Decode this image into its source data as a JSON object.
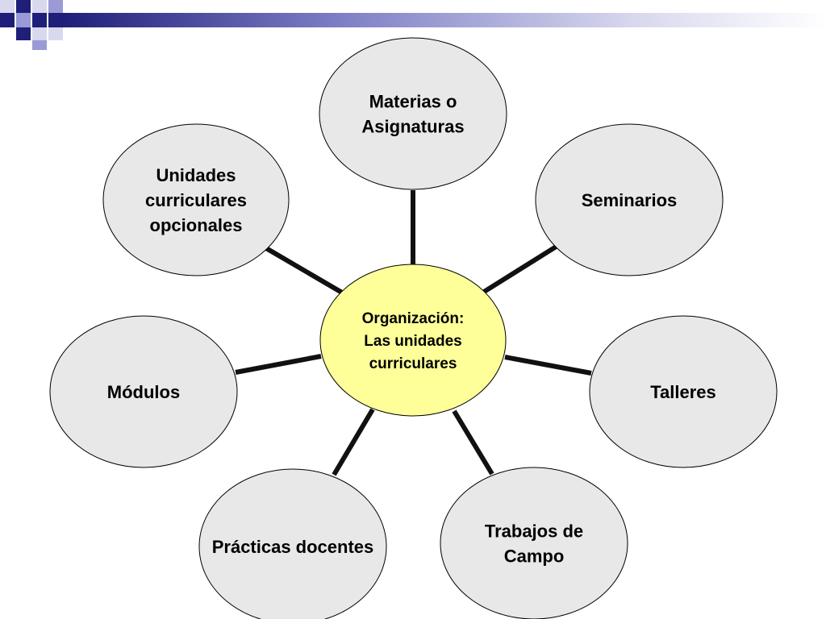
{
  "diagram": {
    "center": {
      "lines": [
        "Organización:",
        "Las unidades",
        "curriculares"
      ]
    },
    "nodes": [
      {
        "id": "materias",
        "lines": [
          "Materias o",
          "Asignaturas"
        ]
      },
      {
        "id": "seminarios",
        "lines": [
          "Seminarios"
        ]
      },
      {
        "id": "talleres",
        "lines": [
          "Talleres"
        ]
      },
      {
        "id": "trabajos",
        "lines": [
          "Trabajos de",
          "Campo"
        ]
      },
      {
        "id": "practicas",
        "lines": [
          "Prácticas docentes"
        ]
      },
      {
        "id": "modulos",
        "lines": [
          "Módulos"
        ]
      },
      {
        "id": "unidades",
        "lines": [
          "Unidades",
          "curriculares",
          "opcionales"
        ]
      }
    ]
  },
  "colors": {
    "center_fill": "#ffff99",
    "node_fill": "#e8e8e8",
    "stroke": "#000000",
    "connector": "#111111",
    "header_navy": "#1f1f7a",
    "header_lavender": "#9a9ad6"
  }
}
